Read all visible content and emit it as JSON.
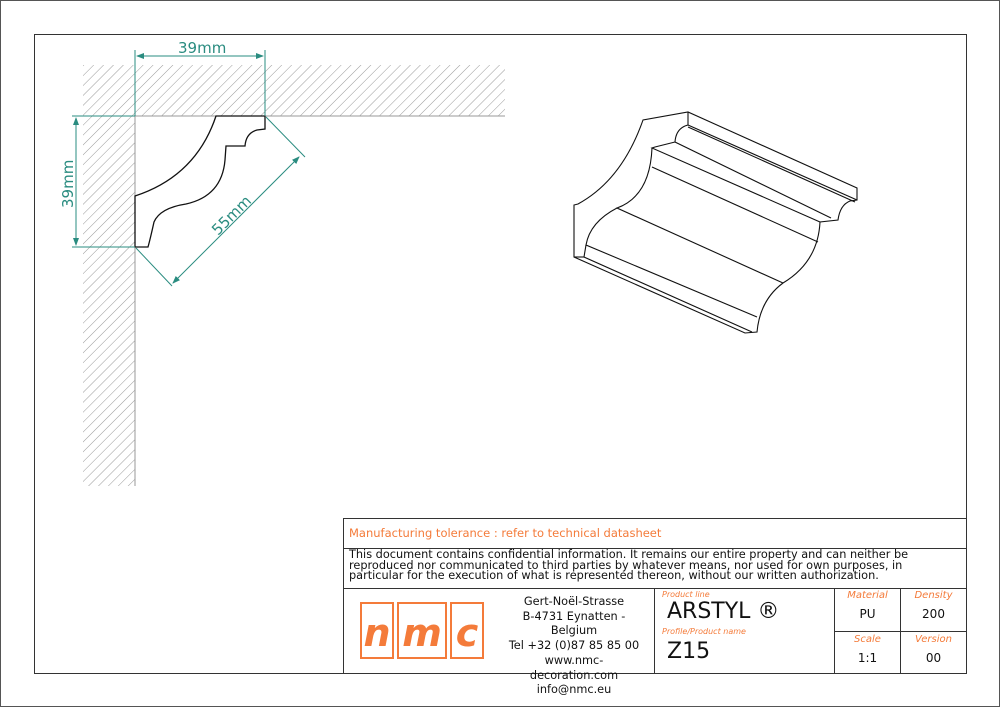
{
  "dimensions": {
    "width": "39mm",
    "height": "39mm",
    "diagonal": "55mm"
  },
  "title_block": {
    "tolerance": "Manufacturing tolerance : refer to technical datasheet",
    "confidential": "This document contains confidential information. It remains our entire property and can neither be reproduced nor communicated to third parties by whatever means, nor used for own purposes, in particular for the execution of what is represented thereon, without our written authorization.",
    "logo": [
      "n",
      "m",
      "c"
    ],
    "address": [
      "Gert-Noël-Strasse",
      "B-4731 Eynatten - Belgium",
      "Tel +32 (0)87 85 85 00",
      "www.nmc-decoration.com",
      "info@nmc.eu"
    ],
    "product_line_label": "Product line",
    "product_line": "ARSTYL ®",
    "profile_label": "Profile/Product name",
    "profile": "Z15",
    "material_label": "Material",
    "material": "PU",
    "density_label": "Density",
    "density": "200",
    "scale_label": "Scale",
    "scale": "1:1",
    "version_label": "Version",
    "version": "00"
  },
  "colors": {
    "accent": "#f47b3a",
    "dimension": "#2a8c80"
  }
}
